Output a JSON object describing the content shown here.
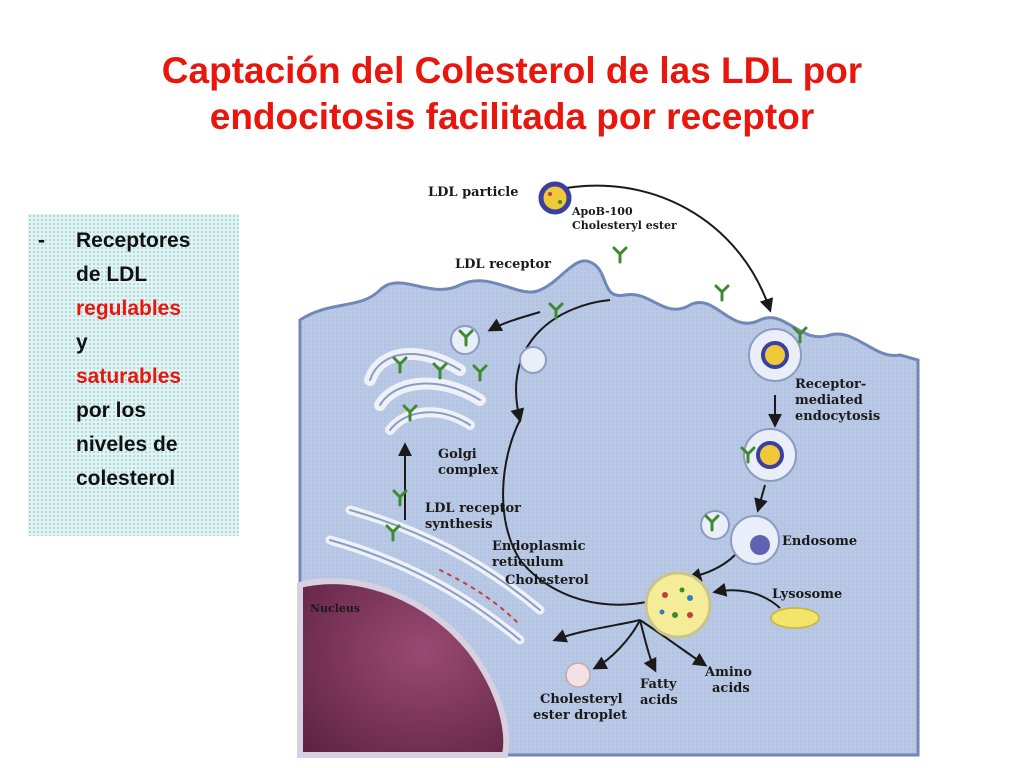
{
  "title": {
    "line1": "Captación del Colesterol de las LDL por",
    "line2": "endocitosis  facilitada por receptor"
  },
  "note": {
    "dash": "-",
    "line1": "Receptores",
    "line2": "de LDL",
    "line3": "regulables",
    "line4": "y",
    "line5": "saturables",
    "line6": "por los",
    "line7": "niveles de",
    "line8": "colesterol"
  },
  "diagram": {
    "labels": {
      "ldl_particle": "LDL particle",
      "apob": "ApoB-100",
      "cholesteryl_ester": "Cholesteryl ester",
      "ldl_receptor": "LDL receptor",
      "receptor_mediated_1": "Receptor-",
      "receptor_mediated_2": "mediated",
      "receptor_mediated_3": "endocytosis",
      "golgi_1": "Golgi",
      "golgi_2": "complex",
      "synthesis_1": "LDL receptor",
      "synthesis_2": "synthesis",
      "er_1": "Endoplasmic",
      "er_2": "reticulum",
      "cholesterol": "Cholesterol",
      "endosome": "Endosome",
      "lysosome": "Lysosome",
      "nucleus": "Nucleus",
      "amino_1": "Amino",
      "amino_2": "acids",
      "fatty_1": "Fatty",
      "fatty_2": "acids",
      "droplet_1": "Cholesteryl",
      "droplet_2": "ester droplet"
    },
    "colors": {
      "cytoplasm": "#b9c8e4",
      "membrane": "#6f86b8",
      "nucleus": "#7a2f55",
      "receptor": "#3f8a2e",
      "lysosome": "#f2e56a",
      "arrow": "#1a1a1a"
    }
  }
}
